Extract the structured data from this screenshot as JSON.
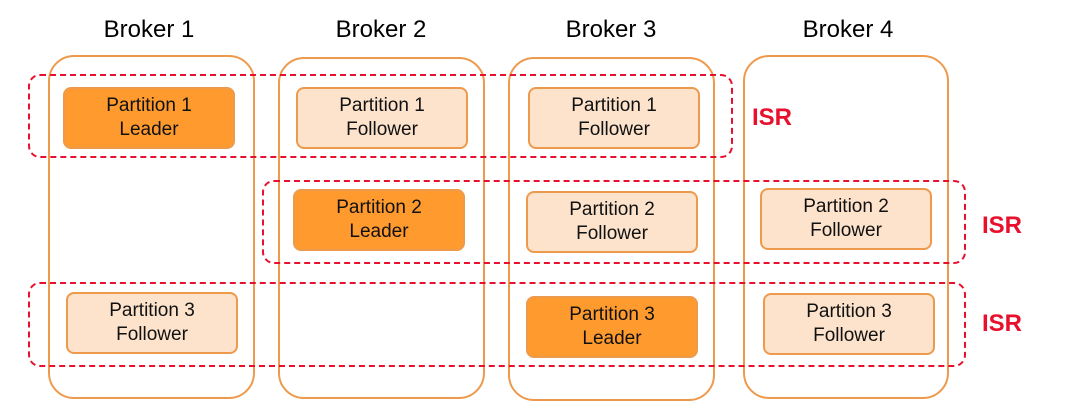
{
  "colors": {
    "leader_fill": "#ff9a2e",
    "follower_fill": "#fde3cc",
    "broker_border": "#ee9a4d",
    "isr_color": "#e8112d"
  },
  "brokers": [
    {
      "title": "Broker 1"
    },
    {
      "title": "Broker 2"
    },
    {
      "title": "Broker 3"
    },
    {
      "title": "Broker 4"
    }
  ],
  "isr_groups": [
    {
      "label": "ISR"
    },
    {
      "label": "ISR"
    },
    {
      "label": "ISR"
    }
  ],
  "partitions": [
    {
      "name": "Partition 1",
      "role": "Leader"
    },
    {
      "name": "Partition 1",
      "role": "Follower"
    },
    {
      "name": "Partition 1",
      "role": "Follower"
    },
    {
      "name": "Partition 2",
      "role": "Leader"
    },
    {
      "name": "Partition 2",
      "role": "Follower"
    },
    {
      "name": "Partition 2",
      "role": "Follower"
    },
    {
      "name": "Partition 3",
      "role": "Follower"
    },
    {
      "name": "Partition 3",
      "role": "Leader"
    },
    {
      "name": "Partition 3",
      "role": "Follower"
    }
  ]
}
